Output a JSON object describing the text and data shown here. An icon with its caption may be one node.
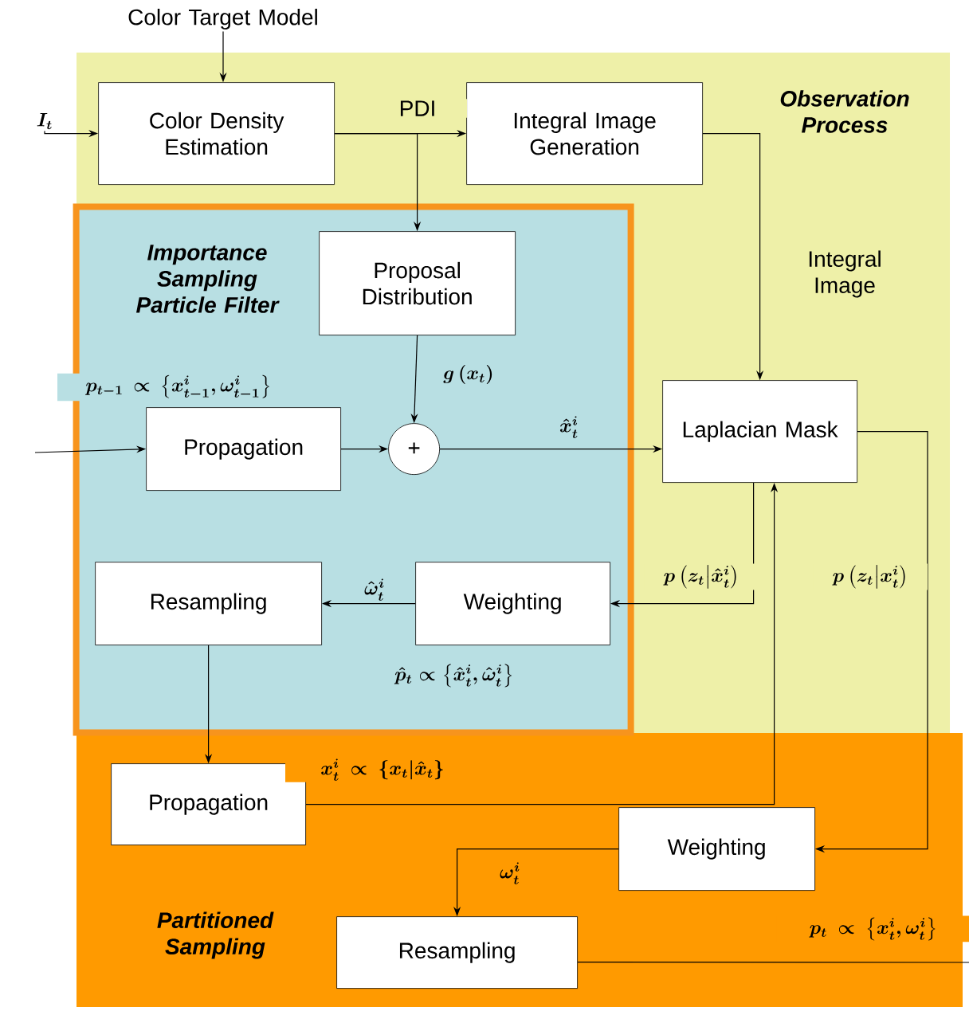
{
  "diagram": {
    "nodes": [
      {
        "text": [
          "Observation Process"
        ]
      },
      {
        "text": [
          "Importance Sampling Particle Filter"
        ],
        "in": 0
      },
      {
        "text": [
          "Partitioned Sampling"
        ]
      },
      {
        "text": [
          "Color Target Model"
        ]
      },
      {
        "text": [
          "I_t"
        ]
      },
      {
        "text": [
          "Color Density Estimation"
        ],
        "in": 0
      },
      {
        "text": [
          "Integral Image Generation"
        ],
        "in": 0
      },
      {
        "text": [
          "Proposal Distribution"
        ],
        "in": 1
      },
      {
        "text": [
          "Propagation"
        ],
        "in": 1
      },
      {
        "text": [
          "+"
        ],
        "in": 1
      },
      {
        "text": [
          "Laplacian Mask"
        ],
        "in": 0
      },
      {
        "text": [
          "Weighting"
        ],
        "in": 1
      },
      {
        "text": [
          "Resampling"
        ],
        "in": 1
      },
      {
        "text": [
          "Propagation"
        ],
        "in": 2
      },
      {
        "text": [
          "Weighting"
        ],
        "in": 2
      },
      {
        "text": [
          "Resampling"
        ],
        "in": 2
      }
    ],
    "edges": [
      {
        "from": 3,
        "to": 5,
        "arrow": "to"
      },
      {
        "from": 4,
        "to": 5,
        "arrow": "to"
      },
      {
        "from": 5,
        "to": 6,
        "arrow": "to",
        "label": "PDI"
      },
      {
        "from": 5,
        "to": 7,
        "arrow": "to"
      },
      {
        "from": 6,
        "to": 10,
        "arrow": "to",
        "label": "Integral Image"
      },
      {
        "from": null,
        "to": 8,
        "arrow": "to",
        "label": "p_{t-1}\\propto\\left\\{x_{t-1}^{i},\\omega_{t-1}^{i}\\right\\}"
      },
      {
        "from": 8,
        "to": 9,
        "arrow": "to"
      },
      {
        "from": 7,
        "to": 9,
        "arrow": "to",
        "label": "g\\left(x_t\\right)"
      },
      {
        "from": 9,
        "to": 10,
        "arrow": "to",
        "label": "\\hat{x}_t^{i}"
      },
      {
        "from": 10,
        "to": 11,
        "arrow": "to",
        "label": "p\\left(z_t\\middle|\\hat{x}_t^{i}\\right)"
      },
      {
        "from": 11,
        "to": 12,
        "arrow": "to",
        "label": "\\hat{\\omega}_t^{i}"
      },
      {
        "from": 12,
        "to": 13,
        "arrow": "to"
      },
      {
        "from": 13,
        "to": 10,
        "arrow": "to",
        "label": "x_t^{i}\\propto\\left\\{x_t\\middle|\\hat{x}_t\\right\\}"
      },
      {
        "from": 10,
        "to": 14,
        "arrow": "to",
        "label": "p\\left(z_t\\middle|x_t^{i}\\right)"
      },
      {
        "from": 14,
        "to": 15,
        "arrow": "to",
        "label": "\\omega_t^{i}"
      },
      {
        "from": 15,
        "to": null,
        "arrow": "none",
        "label": "p_t\\propto\\left\\{x_t^{i},\\omega_t^{i}\\right\\}"
      }
    ],
    "labels": [
      "\\hat{p}_t\\propto\\left\\{\\hat{x}_t^{i},\\hat{\\omega}_t^{i}\\right\\}"
    ]
  }
}
